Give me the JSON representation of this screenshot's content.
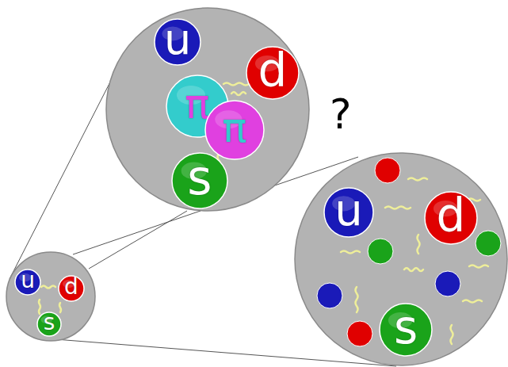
{
  "diagram": {
    "nodes": [
      {
        "text": [
          "u"
        ]
      },
      {
        "text": [
          "d"
        ]
      },
      {
        "text": [
          "π"
        ]
      },
      {
        "text": [
          "π"
        ]
      },
      {
        "text": [
          "s"
        ]
      },
      {
        "text": [
          "u"
        ]
      },
      {
        "text": [
          "d"
        ]
      },
      {
        "text": [
          "s"
        ]
      },
      {
        "text": [
          "u"
        ]
      },
      {
        "text": [
          "d"
        ]
      },
      {
        "text": [
          "s"
        ]
      }
    ],
    "labels": [
      "?"
    ]
  }
}
